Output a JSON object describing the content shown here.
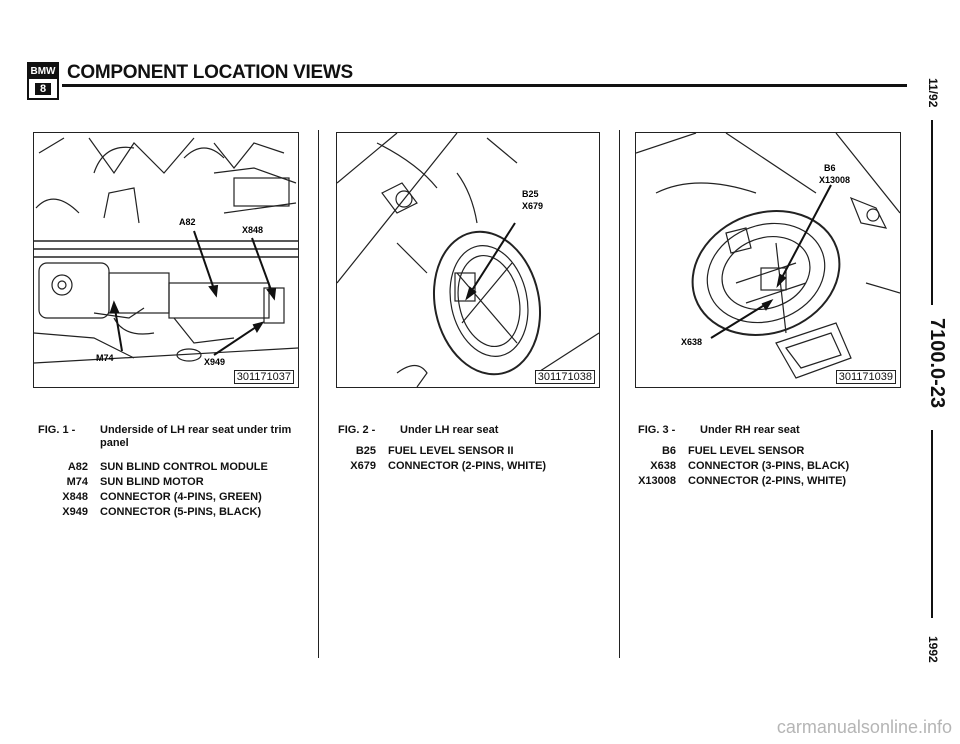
{
  "header": {
    "logo_top": "BMW",
    "logo_bottom": "8",
    "title": "COMPONENT LOCATION VIEWS"
  },
  "side": {
    "date": "11/92",
    "section": "7100.0-23",
    "year": "1992"
  },
  "figures": [
    {
      "number": "301171037",
      "callouts": {
        "a82": "A82",
        "x848": "X848",
        "m74": "M74",
        "x949": "X949"
      },
      "label": "FIG. 1 -",
      "title": "Underside of LH rear seat under trim panel",
      "legend": [
        {
          "code": "A82",
          "desc": "SUN BLIND CONTROL MODULE"
        },
        {
          "code": "M74",
          "desc": "SUN BLIND MOTOR"
        },
        {
          "code": "X848",
          "desc": "CONNECTOR (4-PINS, GREEN)"
        },
        {
          "code": "X949",
          "desc": "CONNECTOR (5-PINS, BLACK)"
        }
      ]
    },
    {
      "number": "301171038",
      "callouts": {
        "b25": "B25",
        "x679": "X679"
      },
      "label": "FIG. 2 -",
      "title": "Under LH rear seat",
      "legend": [
        {
          "code": "B25",
          "desc": "FUEL LEVEL SENSOR II"
        },
        {
          "code": "X679",
          "desc": "CONNECTOR (2-PINS, WHITE)"
        }
      ]
    },
    {
      "number": "301171039",
      "callouts": {
        "b6": "B6",
        "x13008": "X13008",
        "x638": "X638"
      },
      "label": "FIG. 3 -",
      "title": "Under RH rear seat",
      "legend": [
        {
          "code": "B6",
          "desc": "FUEL LEVEL SENSOR"
        },
        {
          "code": "X638",
          "desc": "CONNECTOR (3-PINS, BLACK)"
        },
        {
          "code": "X13008",
          "desc": "CONNECTOR (2-PINS, WHITE)"
        }
      ]
    }
  ],
  "watermark": "carmanualsonline.info"
}
